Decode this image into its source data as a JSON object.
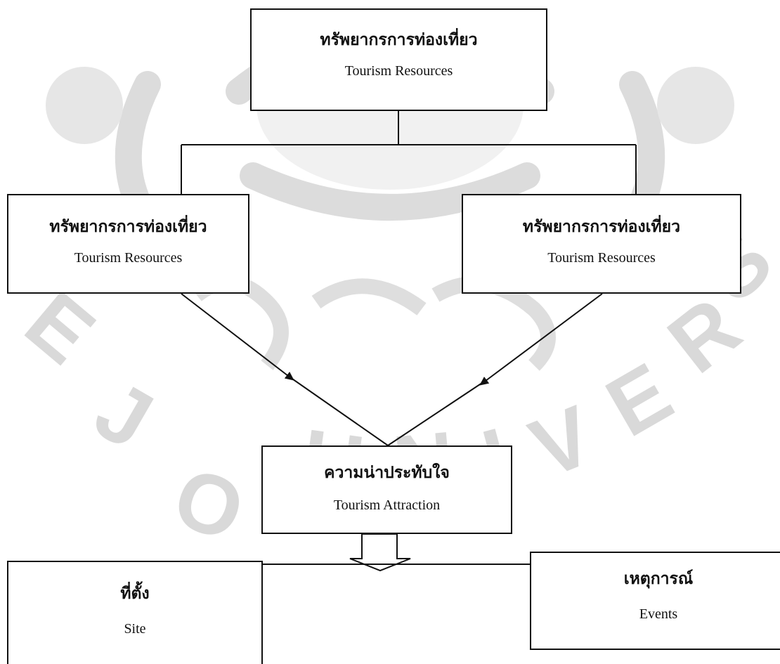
{
  "diagram": {
    "top_box": {
      "thai": "ทรัพยากรการท่องเที่ยว",
      "english": "Tourism Resources"
    },
    "left_box": {
      "thai": "ทรัพยากรการท่องเที่ยว",
      "english": "Tourism Resources"
    },
    "right_box": {
      "thai": "ทรัพยากรการท่องเที่ยว",
      "english": "Tourism Resources"
    },
    "center_box": {
      "thai": "ความน่าประทับใจ",
      "english": "Tourism Attraction"
    },
    "site_box": {
      "thai": "ที่ตั้ง",
      "english": "Site"
    },
    "events_box": {
      "thai": "เหตุการณ์",
      "english": "Events"
    }
  },
  "watermark": {
    "text": "MAEJO UNIVERSITY",
    "color": "#d9d9d9"
  },
  "colors": {
    "line": "#111111",
    "box_border": "#111111",
    "background": "#ffffff"
  }
}
